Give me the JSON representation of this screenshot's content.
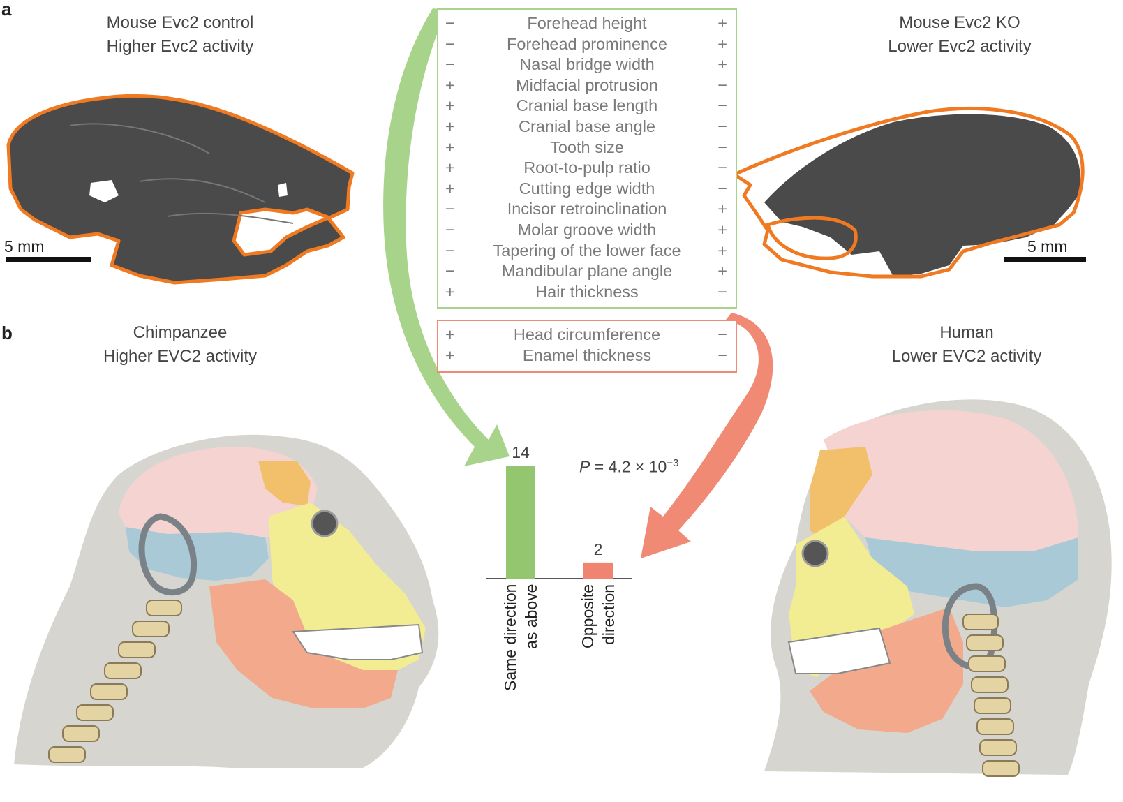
{
  "panels": {
    "a": "a",
    "b": "b"
  },
  "captions": {
    "mouse_control": {
      "line1": "Mouse Evc2 control",
      "line2": "Higher Evc2 activity"
    },
    "mouse_ko": {
      "line1": "Mouse Evc2 KO",
      "line2": "Lower Evc2 activity"
    },
    "chimp": {
      "line1": "Chimpanzee",
      "line2": "Higher EVC2 activity"
    },
    "human": {
      "line1": "Human",
      "line2": "Lower EVC2 activity"
    }
  },
  "scale_bars": {
    "left": "5 mm",
    "right": "5 mm"
  },
  "traits_same": [
    {
      "left": "−",
      "name": "Forehead height",
      "right": "+"
    },
    {
      "left": "−",
      "name": "Forehead prominence",
      "right": "+"
    },
    {
      "left": "−",
      "name": "Nasal bridge width",
      "right": "+"
    },
    {
      "left": "+",
      "name": "Midfacial protrusion",
      "right": "−"
    },
    {
      "left": "+",
      "name": "Cranial base length",
      "right": "−"
    },
    {
      "left": "+",
      "name": "Cranial base angle",
      "right": "−"
    },
    {
      "left": "+",
      "name": "Tooth size",
      "right": "−"
    },
    {
      "left": "+",
      "name": "Root-to-pulp ratio",
      "right": "−"
    },
    {
      "left": "+",
      "name": "Cutting edge width",
      "right": "−"
    },
    {
      "left": "−",
      "name": "Incisor retroinclination",
      "right": "+"
    },
    {
      "left": "−",
      "name": "Molar groove width",
      "right": "+"
    },
    {
      "left": "−",
      "name": "Tapering of the lower face",
      "right": "+"
    },
    {
      "left": "−",
      "name": "Mandibular plane angle",
      "right": "+"
    },
    {
      "left": "+",
      "name": "Hair thickness",
      "right": "−"
    }
  ],
  "traits_opposite": [
    {
      "left": "+",
      "name": "Head circumference",
      "right": "−"
    },
    {
      "left": "+",
      "name": "Enamel thickness",
      "right": "−"
    }
  ],
  "stat": {
    "p_prefix": "P",
    "p_value": " = 4.2 × 10",
    "p_exp": "−3"
  },
  "chart_data": {
    "type": "bar",
    "categories": [
      "Same direction as above",
      "Opposite direction"
    ],
    "values": [
      14,
      2
    ],
    "value_labels": [
      "14",
      "2"
    ],
    "category_lines": [
      [
        "Same direction",
        "as above"
      ],
      [
        "Opposite",
        "direction"
      ]
    ],
    "colors": [
      "#93c66e",
      "#ef8570"
    ]
  },
  "colors": {
    "green": "#a8d38a",
    "salmon": "#f08a74",
    "orange_outline": "#f07a22",
    "skull_dark": "#4a4a4a",
    "head_gray": "#d6d5d0",
    "cranium_pink": "#f4d3d0",
    "temporal_blue": "#a9c9d6",
    "frontal_orange": "#f2bf6a",
    "face_yellow": "#f2ec93",
    "jaw_salmon": "#f2a98c",
    "spine_tan": "#e4d4a4"
  }
}
